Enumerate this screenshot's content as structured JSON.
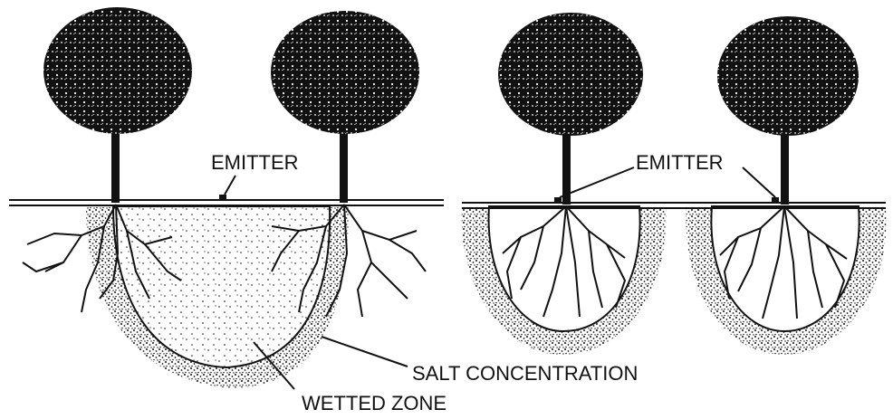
{
  "labels": {
    "emitter_left": "EMITTER",
    "emitter_right": "EMITTER",
    "salt_concentration": "SALT CONCENTRATION",
    "wetted_zone": "WETTED ZONE"
  },
  "colors": {
    "ink": "#111111",
    "background": "#ffffff"
  }
}
